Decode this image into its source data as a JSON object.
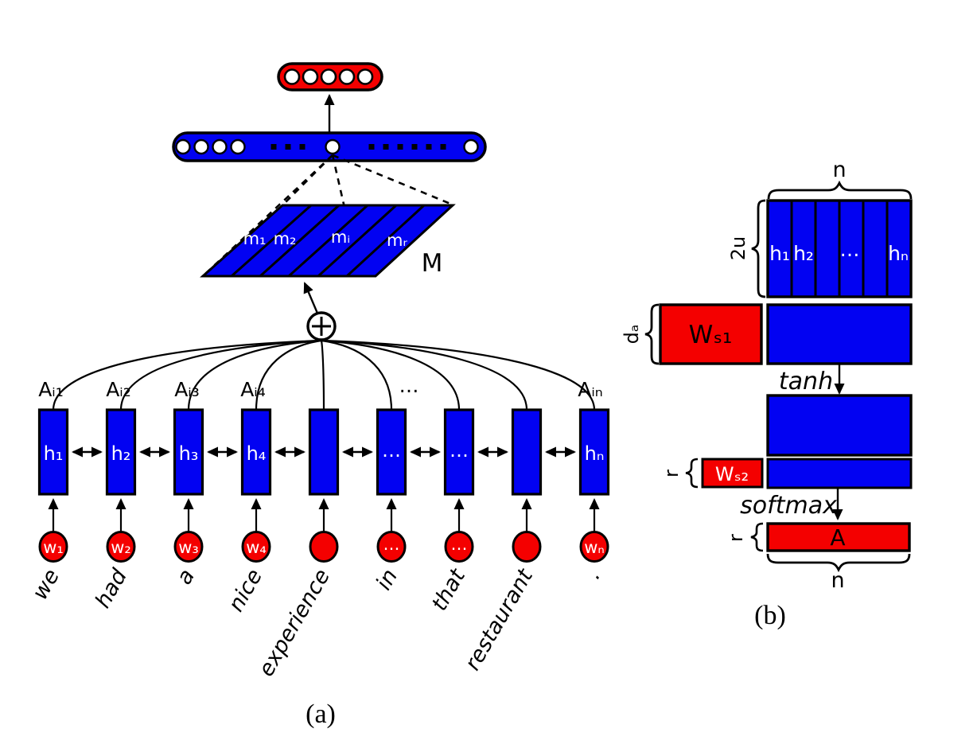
{
  "figure": {
    "a": {
      "caption": "(a)",
      "words": [
        "we",
        "had",
        "a",
        "nice",
        "experience",
        "in",
        "that",
        "restaurant",
        "."
      ],
      "word_nodes": [
        "w₁",
        "w₂",
        "w₃",
        "w₄",
        "",
        "…",
        "…",
        "",
        "wₙ"
      ],
      "hidden_nodes": [
        "h₁",
        "h₂",
        "h₃",
        "h₄",
        "",
        "…",
        "…",
        "",
        "hₙ"
      ],
      "attention_labels": [
        "Aᵢ₁",
        "Aᵢ₂",
        "Aᵢ₃",
        "Aᵢ₄",
        "…",
        "Aᵢₙ"
      ],
      "matrix_label": "M",
      "matrix_cols": [
        "m₁",
        "m₂",
        "mᵢ",
        "mᵣ"
      ],
      "sum_icon": "+"
    },
    "b": {
      "caption": "(b)",
      "top_dim": "n",
      "rows_dim": "2u",
      "h_labels": [
        "h₁",
        "h₂",
        "…",
        "hₙ"
      ],
      "ws1": "Wₛ₁",
      "da": "dₐ",
      "tanh_label": "tanh",
      "ws2": "Wₛ₂",
      "r_dim": "r",
      "softmax_label": "softmax",
      "attention_matrix": "A",
      "bottom_dim": "n"
    },
    "colors": {
      "node_blue": "#0202f2",
      "node_red": "#f40000",
      "outline": "#000000",
      "label_on_fill": "#ffffff"
    }
  }
}
